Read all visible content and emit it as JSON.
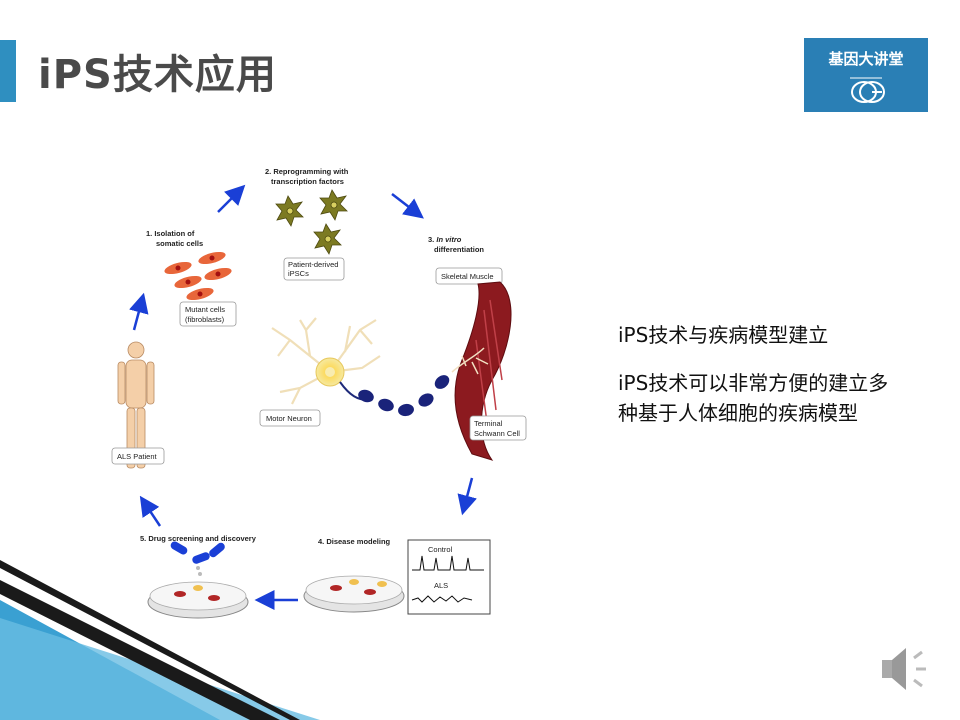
{
  "slide": {
    "title": "iPS技术应用",
    "logo_text": "基因大讲堂",
    "logo_mark": "OG"
  },
  "diagram": {
    "step1": [
      "1. Isolation of",
      "somatic cells"
    ],
    "step2": [
      "2. Reprogramming with",
      "transcription factors"
    ],
    "step3_italic": "In vitro",
    "step3": [
      "3.",
      "differentiation"
    ],
    "step4": "4. Disease modeling",
    "step5": "5. Drug screening and discovery",
    "box_ipsc": [
      "Patient-derived",
      "iPSCs"
    ],
    "box_mutant": [
      "Mutant cells",
      "(fibroblasts)"
    ],
    "box_skeletal": "Skeletal Muscle",
    "box_motor": "Motor Neuron",
    "box_terminal": [
      "Terminal",
      "Schwann Cell"
    ],
    "box_patient": "ALS Patient",
    "trace_control": "Control",
    "trace_als": "ALS"
  },
  "text": {
    "heading": "iPS技术与疾病模型建立",
    "body": "iPS技术可以非常方便的建立多种基于人体细胞的疾病模型"
  },
  "colors": {
    "accent": "#2f8fc0",
    "logo_bg": "#2a7fb5",
    "arrow": "#1a3fd6"
  },
  "icons": {
    "audio": "speaker-icon"
  }
}
